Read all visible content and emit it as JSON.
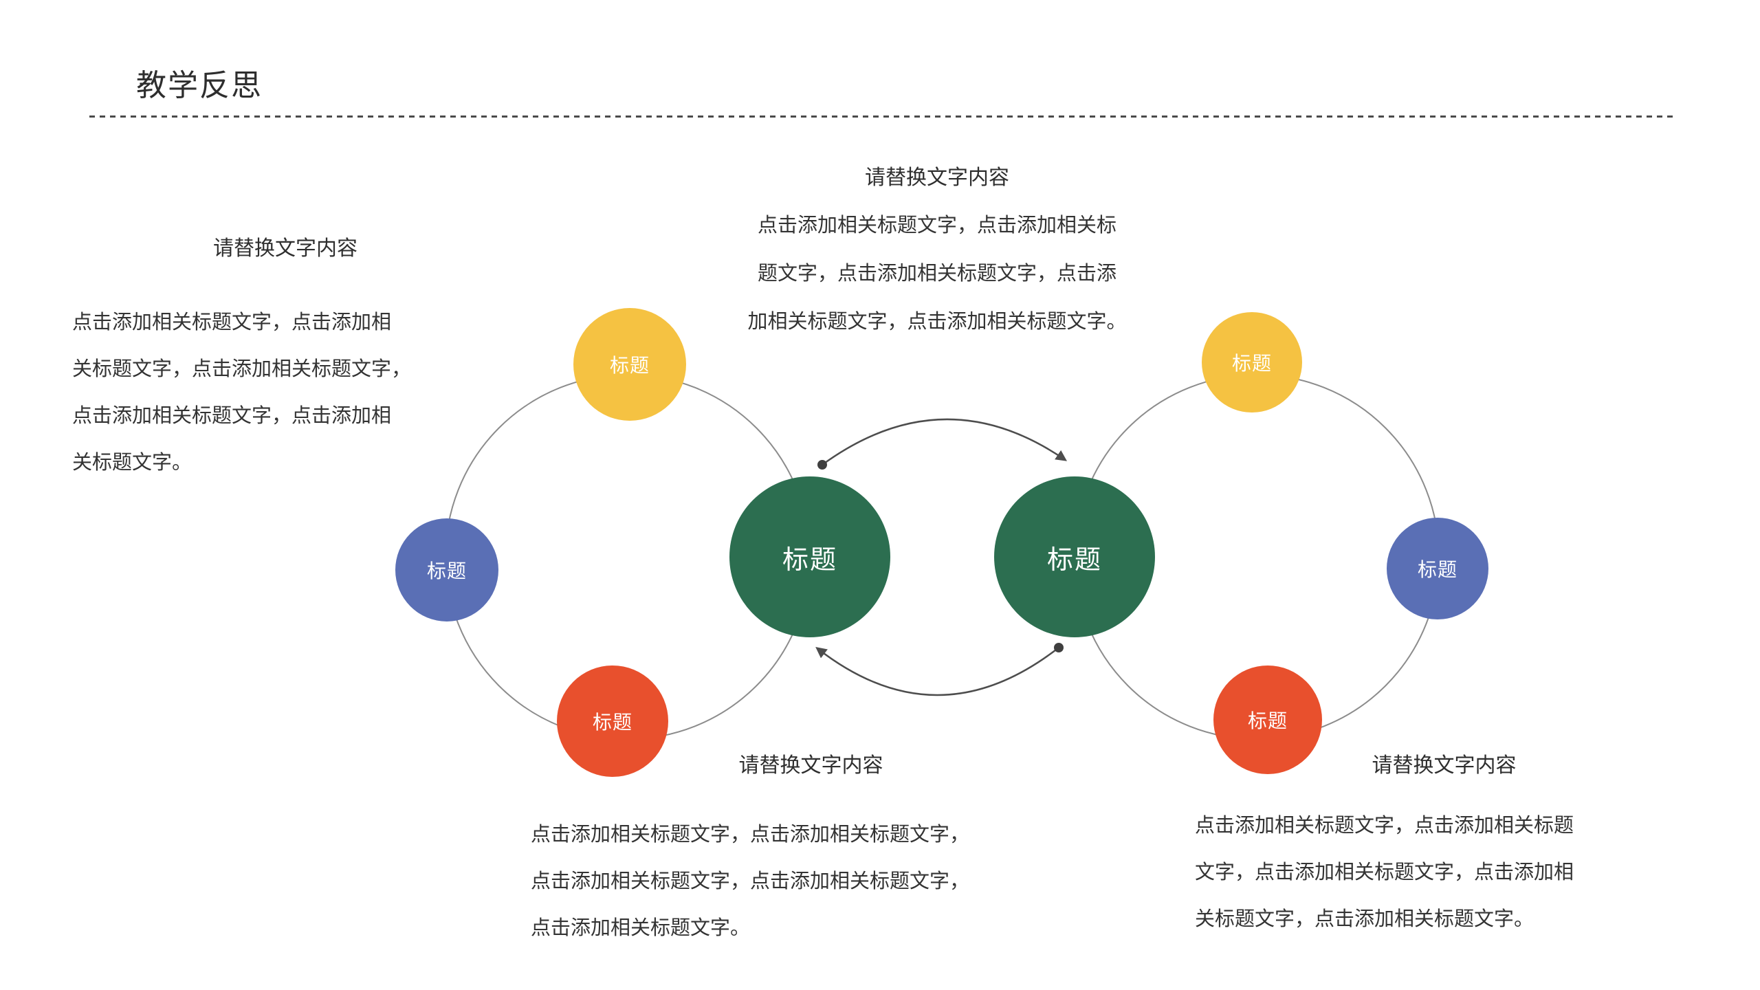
{
  "title": "教学反思",
  "node_label": "标题",
  "blocks": {
    "top": {
      "heading": "请替换文字内容",
      "lines": [
        "点击添加相关标题文字，点击添加相关标",
        "题文字，点击添加相关标题文字，点击添",
        "加相关标题文字，点击添加相关标题文字。"
      ]
    },
    "left": {
      "heading": "请替换文字内容",
      "lines": [
        "点击添加相关标题文字，点击添加相",
        "关标题文字，点击添加相关标题文字，",
        "点击添加相关标题文字，点击添加相",
        "关标题文字。"
      ]
    },
    "bottom_center": {
      "heading": "请替换文字内容",
      "lines": [
        "点击添加相关标题文字，点击添加相关标题文字，",
        "点击添加相关标题文字，点击添加相关标题文字，",
        "点击添加相关标题文字。"
      ]
    },
    "bottom_right": {
      "heading": "请替换文字内容",
      "lines": [
        "点击添加相关标题文字，点击添加相关标题",
        "文字，点击添加相关标题文字，点击添加相",
        "关标题文字，点击添加相关标题文字。"
      ]
    }
  },
  "colors": {
    "yellow": "#F5C242",
    "blue": "#5A6FB5",
    "red": "#E8502D",
    "green": "#2C6E50",
    "ring": "#8C8C8C",
    "arrow": "#4D4D4D",
    "text": "#333333"
  }
}
